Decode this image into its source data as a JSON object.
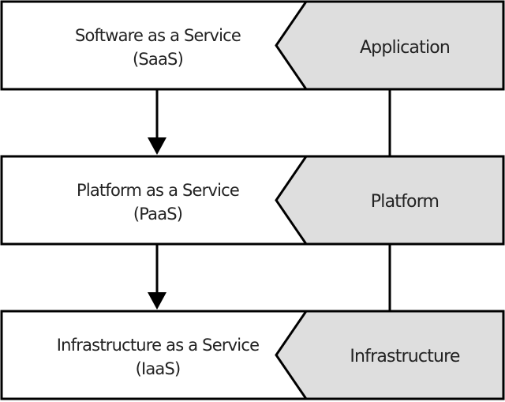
{
  "tiers": [
    {
      "service_name": "Software as a Service",
      "service_abbr": "(SaaS)",
      "layer": "Application"
    },
    {
      "service_name": "Platform as a Service",
      "service_abbr": "(PaaS)",
      "layer": "Platform"
    },
    {
      "service_name": "Infrastructure as a Service",
      "service_abbr": "(IaaS)",
      "layer": "Infrastructure"
    }
  ],
  "colors": {
    "box_fill": "#ffffff",
    "layer_fill": "#dedede",
    "stroke": "#000000",
    "text": "#222222"
  }
}
